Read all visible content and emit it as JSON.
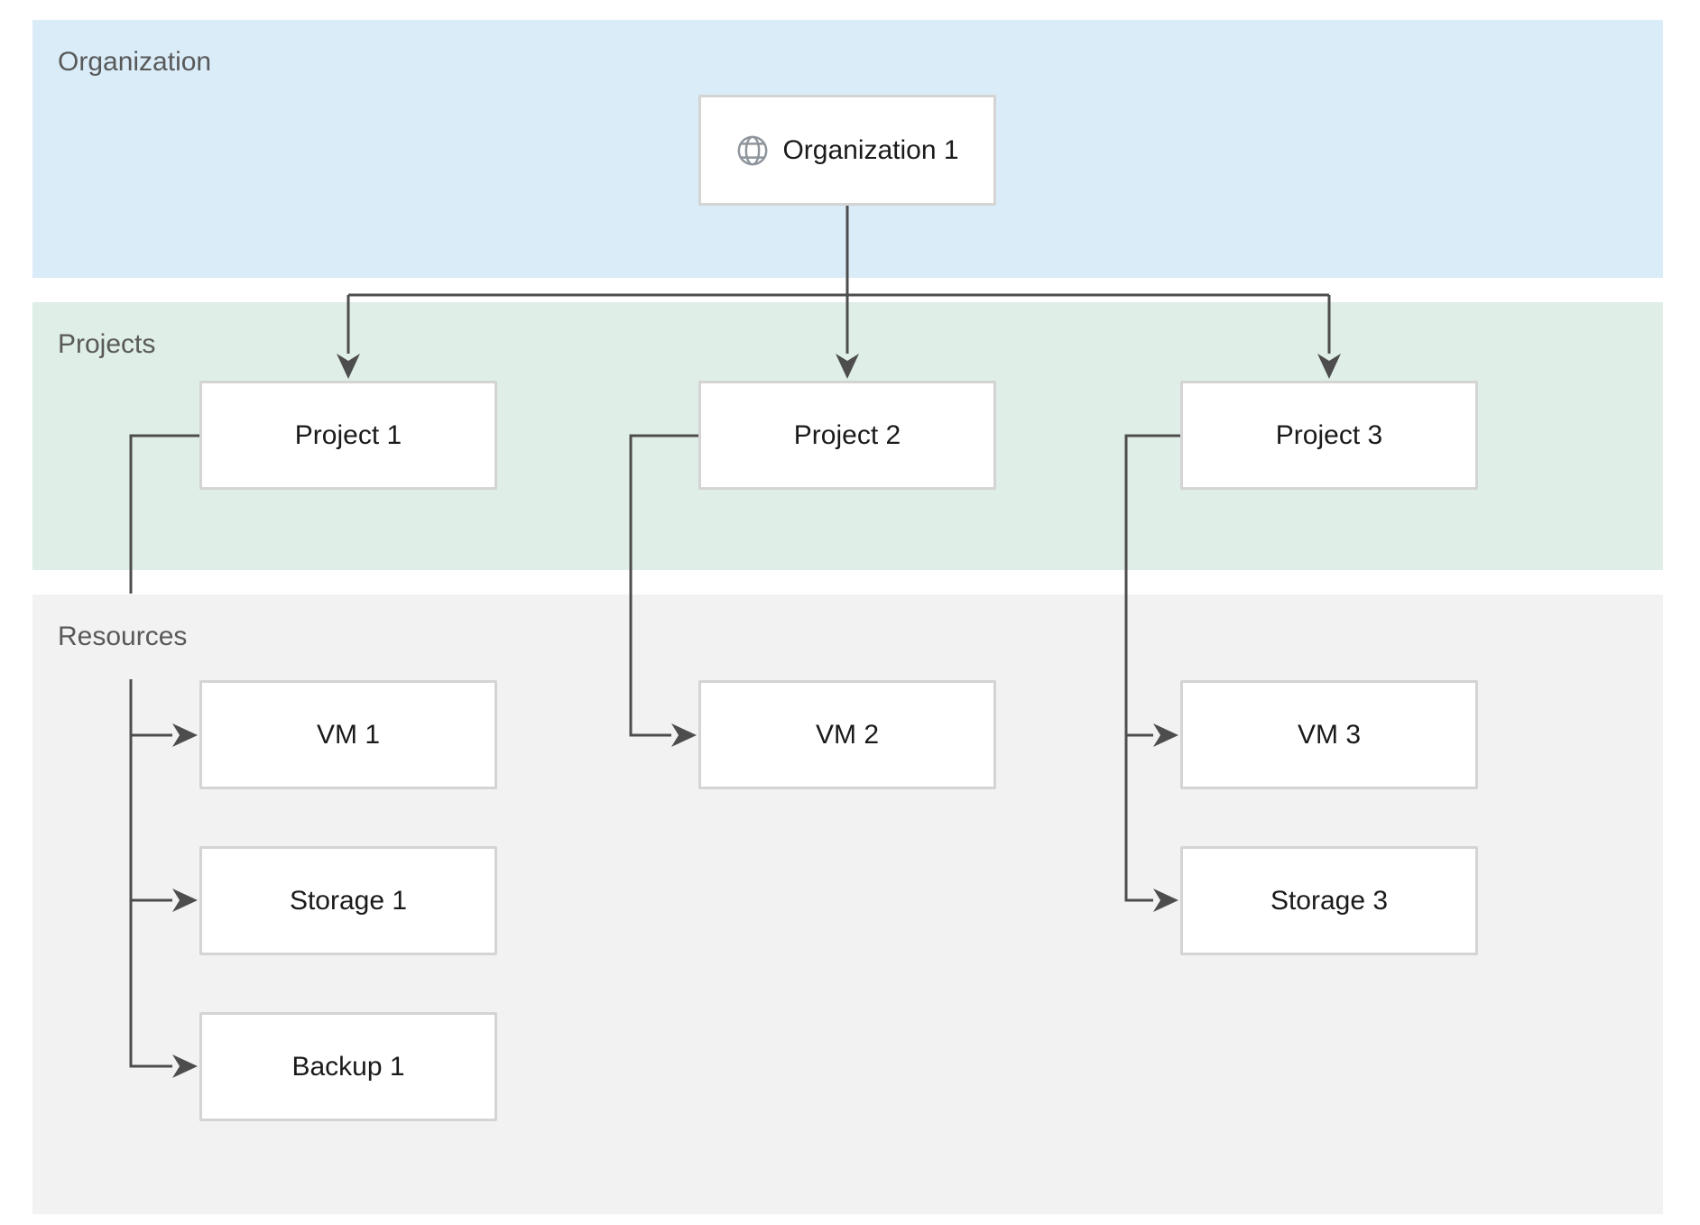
{
  "diagram": {
    "bands": {
      "organization": {
        "label": "Organization"
      },
      "projects": {
        "label": "Projects"
      },
      "resources": {
        "label": "Resources"
      }
    },
    "nodes": {
      "org1": {
        "label": "Organization 1",
        "icon": "globe-icon"
      },
      "project1": {
        "label": "Project 1"
      },
      "project2": {
        "label": "Project 2"
      },
      "project3": {
        "label": "Project 3"
      },
      "vm1": {
        "label": "VM 1"
      },
      "storage1": {
        "label": "Storage 1"
      },
      "backup1": {
        "label": "Backup 1"
      },
      "vm2": {
        "label": "VM 2"
      },
      "vm3": {
        "label": "VM 3"
      },
      "storage3": {
        "label": "Storage 3"
      }
    },
    "colors": {
      "band_organization_bg": "#d9ecf8",
      "band_projects_bg": "#dfeee6",
      "band_resources_bg": "#f2f2f2",
      "band_label_color": "#595959",
      "node_bg": "#ffffff",
      "node_border": "#d4d4d4",
      "node_text": "#1a1a1a",
      "connector_color": "#4d4d4d",
      "globe_icon_color": "#8e959c"
    }
  }
}
